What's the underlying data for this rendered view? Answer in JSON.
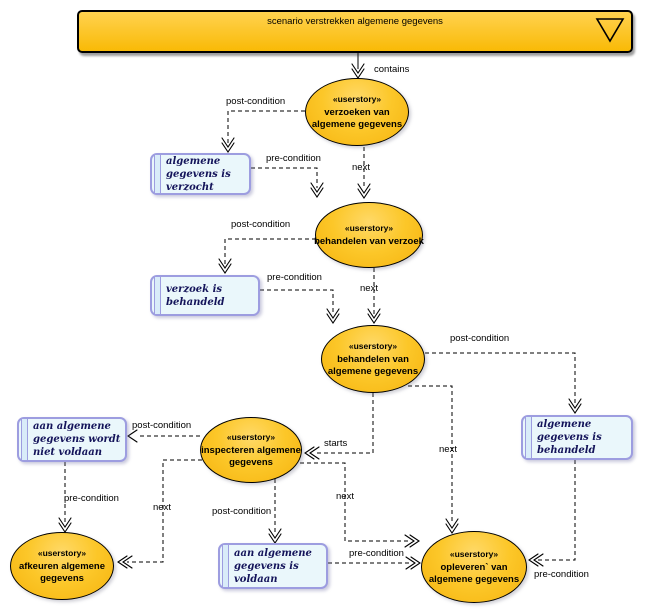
{
  "banner": {
    "title": "scenario verstrekken algemene gegevens"
  },
  "nodes": [
    {
      "stereotype": "«userstory»",
      "line1": "verzoeken van",
      "line2": "algemene gegevens"
    },
    {
      "stereotype": "«userstory»",
      "line1": "behandelen van verzoek",
      "line2": ""
    },
    {
      "stereotype": "«userstory»",
      "line1": "behandelen van",
      "line2": "algemene gegevens"
    },
    {
      "stereotype": "«userstory»",
      "line1": "inspecteren algemene",
      "line2": "gegevens"
    },
    {
      "stereotype": "«userstory»",
      "line1": "afkeuren algemene",
      "line2": "gegevens"
    },
    {
      "stereotype": "«userstory»",
      "line1": "opleveren` van",
      "line2": "algemene gegevens"
    }
  ],
  "conditions": [
    {
      "line1": "algemene",
      "line2": "gegevens is",
      "line3": "verzocht"
    },
    {
      "line1": "verzoek is",
      "line2": "behandeld",
      "line3": ""
    },
    {
      "line1": "aan algemene",
      "line2": "gegevens wordt",
      "line3": "niet voldaan"
    },
    {
      "line1": "aan algemene",
      "line2": "gegevens is",
      "line3": "voldaan"
    },
    {
      "line1": "algemene",
      "line2": "gegevens is",
      "line3": "behandeld"
    }
  ],
  "edge_labels": [
    "contains",
    "post-condition",
    "pre-condition",
    "next",
    "post-condition",
    "pre-condition",
    "next",
    "post-condition",
    "starts",
    "next",
    "post-condition",
    "pre-condition",
    "next",
    "post-condition",
    "next",
    "pre-condition",
    "pre-condition"
  ],
  "colors": {
    "node_fill": "#FCC729",
    "banner_fill": "#FFC81C",
    "condition_fill": "#EAF7FB",
    "condition_border": "#9D9DE0",
    "line": "#000000"
  }
}
